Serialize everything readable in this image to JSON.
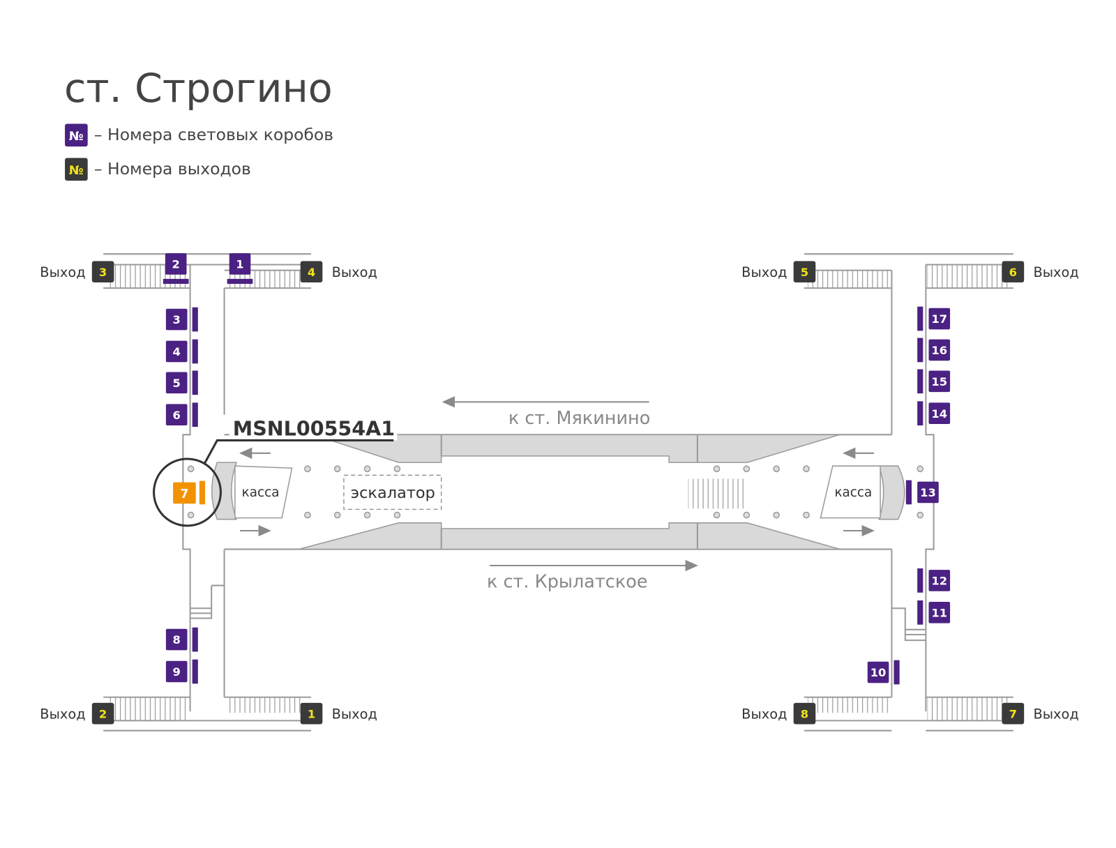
{
  "title": "ст. Строгино",
  "legend": {
    "symbol": "№",
    "lightbox_text": "– Номера световых коробов",
    "exit_text": "– Номера выходов"
  },
  "colors": {
    "lightbox": "#4b2183",
    "exit_box": "#3a3a3a",
    "exit_number": "#f2e31b",
    "highlight": "#f39200",
    "wall": "#9a9a9a"
  },
  "exit_label": "Выход",
  "exits": [
    "3",
    "4",
    "5",
    "6",
    "2",
    "1",
    "8",
    "7"
  ],
  "lightboxes": [
    "2",
    "1",
    "3",
    "4",
    "5",
    "6",
    "8",
    "9",
    "17",
    "16",
    "15",
    "14",
    "13",
    "12",
    "11",
    "10"
  ],
  "highlighted": {
    "number": "7",
    "code": "MSNL00554A1"
  },
  "hall": {
    "kassa_left": "касса",
    "kassa_right": "касса",
    "escalator": "эскалатор",
    "direction_top": "к ст. Мякинино",
    "direction_bottom": "к ст. Крылатское"
  }
}
